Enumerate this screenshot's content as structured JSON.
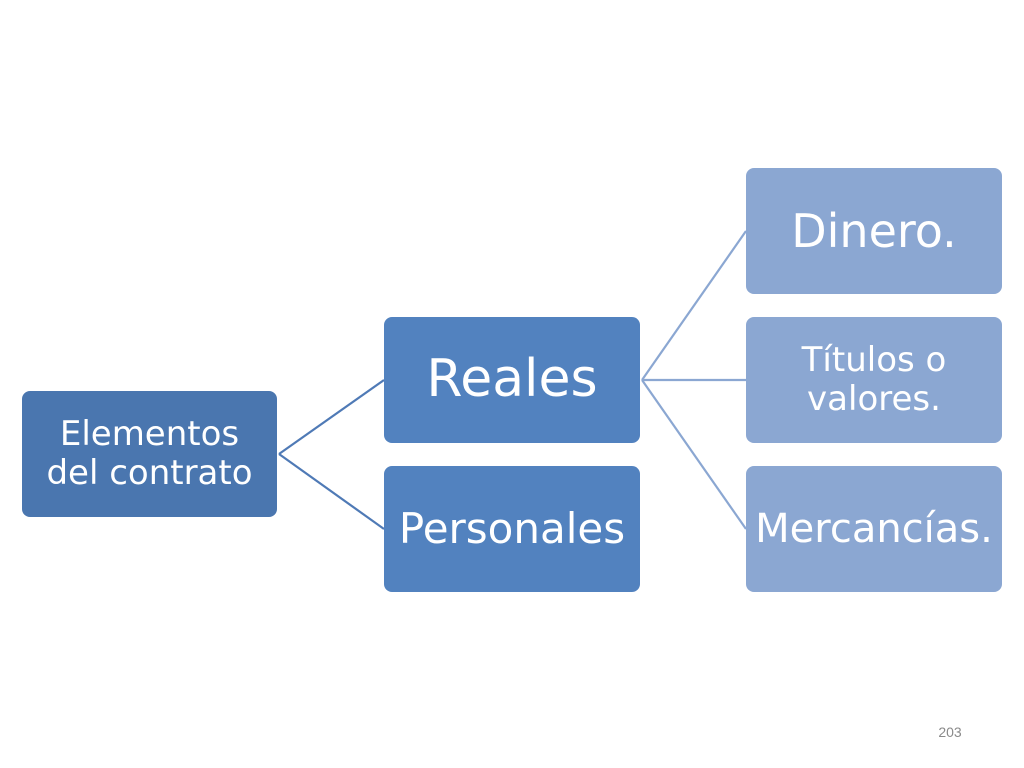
{
  "diagram": {
    "root": {
      "label": "Elementos\ndel contrato"
    },
    "level1": [
      {
        "label": "Reales"
      },
      {
        "label": "Personales"
      }
    ],
    "level2": [
      {
        "label": "Dinero."
      },
      {
        "label": "Títulos o\nvalores."
      },
      {
        "label": "Mercancías."
      }
    ]
  },
  "colors": {
    "root_fill": "#4a76af",
    "level1_fill": "#5282bf",
    "level2_fill": "#8ba7d2",
    "connector_level1": "#4f7ab6",
    "connector_level2": "#8ba7d2"
  },
  "footer": {
    "page_number": "203"
  }
}
